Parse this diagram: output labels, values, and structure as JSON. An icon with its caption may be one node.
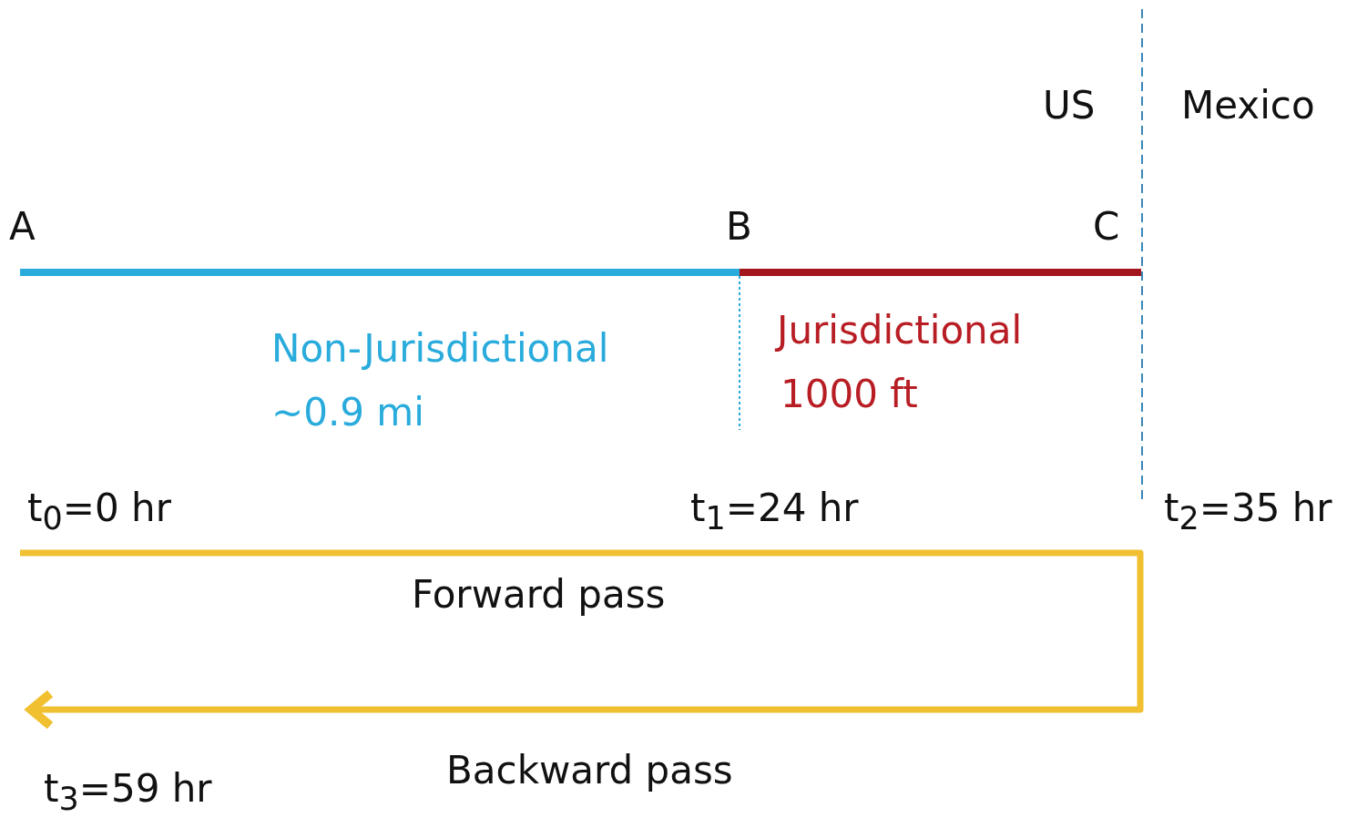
{
  "diagram": {
    "labels": [
      "US",
      "Mexico",
      "A",
      "B",
      "C",
      "Non-Jurisdictional",
      "~0.9 mi",
      "Jurisdictional",
      "1000 ft",
      "t$_{0}$=0 hr",
      "t$_{1}$=24 hr",
      "t$_{2}$=35 hr",
      "Forward pass",
      "Backward pass",
      "t$_{3}$=59 hr"
    ]
  }
}
